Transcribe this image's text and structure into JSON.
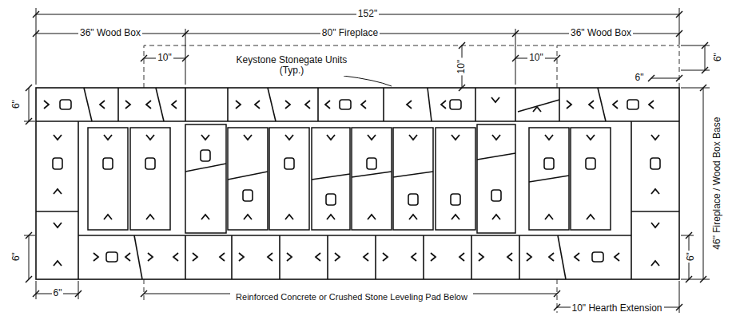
{
  "diagram": {
    "labels": [
      "152\"",
      "36\" Wood Box",
      "80\" Fireplace",
      "36\" Wood Box",
      "10\"",
      "Keystone Stonegate Units (Typ.)",
      "10\"",
      "10\"",
      "6\"",
      "6\"",
      "6\"",
      "46\" Fireplace / Wood Box Base",
      "6\"",
      "6\"",
      "6\"",
      "Reinforced Concrete or Crushed Stone Leveling Pad Below",
      "10\" Hearth Extension"
    ]
  }
}
